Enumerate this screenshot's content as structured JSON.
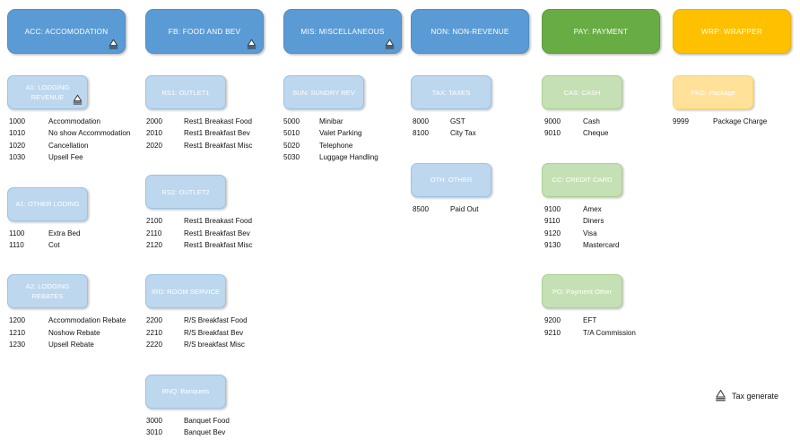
{
  "legend": {
    "icon": "tax-generate-icon",
    "label": "Tax generate"
  },
  "palette": {
    "blue_header": "#5b9bd5",
    "green_header": "#68ac44",
    "yellow_header": "#ffc000",
    "blue_sub": "#bdd7ee",
    "green_sub": "#c5e0b4",
    "yellow_sub": "#ffe199",
    "text_light": "#ffffff",
    "text_dark": "#111111",
    "background": "#ffffff"
  },
  "columns": [
    {
      "header": {
        "label": "ACC: ACCOMODATION",
        "color": "blue",
        "tax_generate": true
      },
      "groups": [
        {
          "label": "A1: LODGING REVENUE",
          "color": "blue",
          "tax_generate": true,
          "accounts": [
            {
              "code": "1000",
              "name": "Accommodation"
            },
            {
              "code": "1010",
              "name": "No show Accommodation"
            },
            {
              "code": "1020",
              "name": "Cancellation"
            },
            {
              "code": "1030",
              "name": "Upsell Fee"
            }
          ]
        },
        {
          "label": "A1: OTHER LODING",
          "color": "blue",
          "tax_generate": false,
          "accounts": [
            {
              "code": "1100",
              "name": "Extra Bed"
            },
            {
              "code": "1110",
              "name": "Cot"
            }
          ]
        },
        {
          "label": "A2: LODGING REBATES",
          "color": "blue",
          "tax_generate": false,
          "accounts": [
            {
              "code": "1200",
              "name": "Accommodation Rebate"
            },
            {
              "code": "1210",
              "name": "Noshow Rebate"
            },
            {
              "code": "1230",
              "name": "Upsell Rebate"
            }
          ]
        }
      ]
    },
    {
      "header": {
        "label": "FB: FOOD AND BEV",
        "color": "blue",
        "tax_generate": true
      },
      "groups": [
        {
          "label": "RS1: OUTLET1",
          "color": "blue",
          "tax_generate": false,
          "accounts": [
            {
              "code": "2000",
              "name": "Rest1 Breakast Food"
            },
            {
              "code": "2010",
              "name": "Rest1 Breakfast Bev"
            },
            {
              "code": "2020",
              "name": "Rest1 Breakfast Misc"
            }
          ]
        },
        {
          "label": "RS2: OUTLET2",
          "color": "blue",
          "tax_generate": false,
          "accounts": [
            {
              "code": "2100",
              "name": "Rest1 Breakast Food"
            },
            {
              "code": "2110",
              "name": "Rest1 Breakfast Bev"
            },
            {
              "code": "2120",
              "name": "Rest1 Breakfast Misc"
            }
          ]
        },
        {
          "label": "IRD: ROOM SERVICE",
          "color": "blue",
          "tax_generate": false,
          "accounts": [
            {
              "code": "2200",
              "name": "R/S Breakfast Food"
            },
            {
              "code": "2210",
              "name": "R/S Breakfast Bev"
            },
            {
              "code": "2220",
              "name": "R/S breakfast Misc"
            }
          ]
        },
        {
          "label": "BNQ: Banquets",
          "color": "blue",
          "tax_generate": false,
          "accounts": [
            {
              "code": "3000",
              "name": "Banquet Food"
            },
            {
              "code": "3010",
              "name": "Banquet Bev"
            }
          ]
        }
      ]
    },
    {
      "header": {
        "label": "MIS: MISCELLANEOUS",
        "color": "blue",
        "tax_generate": true
      },
      "groups": [
        {
          "label": "SUN: SUNDRY REV",
          "color": "blue",
          "tax_generate": false,
          "accounts": [
            {
              "code": "5000",
              "name": "Minibar"
            },
            {
              "code": "5010",
              "name": "Valet Parking"
            },
            {
              "code": "5020",
              "name": "Telephone"
            },
            {
              "code": "5030",
              "name": "Luggage Handling"
            }
          ]
        }
      ]
    },
    {
      "header": {
        "label": "NON: NON-REVENUE",
        "color": "blue",
        "tax_generate": false
      },
      "groups": [
        {
          "label": "TAX: TAXES",
          "color": "blue",
          "tax_generate": false,
          "accounts": [
            {
              "code": "8000",
              "name": "GST"
            },
            {
              "code": "8100",
              "name": "City Tax"
            }
          ]
        },
        {
          "label": "OTH: OTHER",
          "color": "blue",
          "tax_generate": false,
          "accounts": [
            {
              "code": "8500",
              "name": "Paid Out"
            }
          ]
        }
      ]
    },
    {
      "header": {
        "label": "PAY: PAYMENT",
        "color": "green",
        "tax_generate": false
      },
      "groups": [
        {
          "label": "CAS: CASH",
          "color": "green",
          "tax_generate": false,
          "accounts": [
            {
              "code": "9000",
              "name": "Cash"
            },
            {
              "code": "9010",
              "name": "Cheque"
            }
          ]
        },
        {
          "label": "CC: CREDIT CARD",
          "color": "green",
          "tax_generate": false,
          "accounts": [
            {
              "code": "9100",
              "name": "Amex"
            },
            {
              "code": "9110",
              "name": "Diners"
            },
            {
              "code": "9120",
              "name": "Visa"
            },
            {
              "code": "9130",
              "name": "Mastercard"
            }
          ]
        },
        {
          "label": "PO: Payment Other",
          "color": "green",
          "tax_generate": false,
          "accounts": [
            {
              "code": "9200",
              "name": "EFT"
            },
            {
              "code": "9210",
              "name": "T/A Commission"
            }
          ]
        }
      ]
    },
    {
      "header": {
        "label": "WRP: WRAPPER",
        "color": "yellow",
        "tax_generate": false
      },
      "groups": [
        {
          "label": "PKG: Package",
          "color": "yellow",
          "tax_generate": false,
          "accounts": [
            {
              "code": "9999",
              "name": "Package Charge"
            }
          ]
        }
      ]
    }
  ]
}
